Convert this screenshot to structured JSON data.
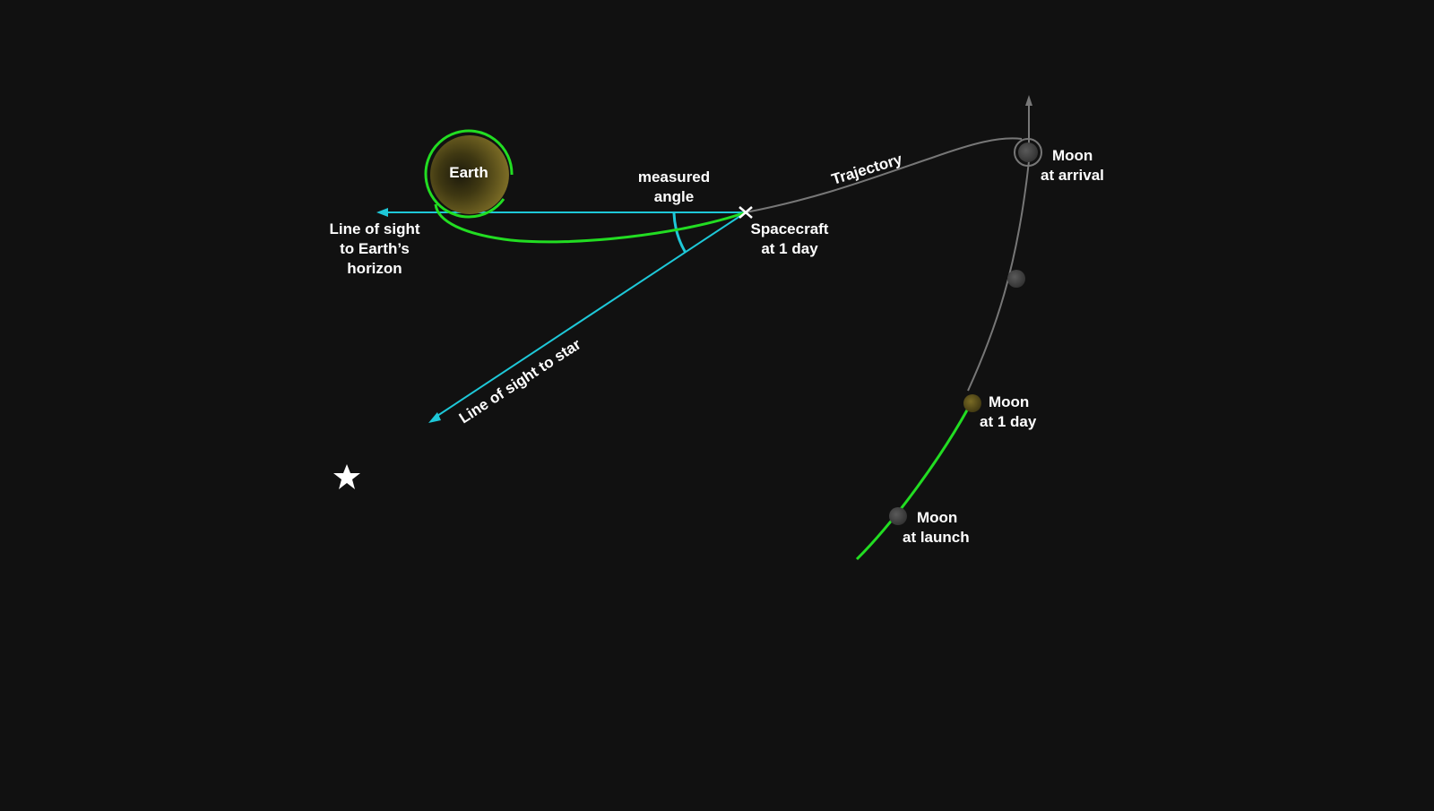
{
  "labels": {
    "earth": "Earth",
    "measured_angle_line1": "measured",
    "measured_angle_line2": "angle",
    "trajectory": "Trajectory",
    "spacecraft_line1": "Spacecraft",
    "spacecraft_line2": "at 1 day",
    "horizon_line1": "Line of sight",
    "horizon_line2": "to Earth’s",
    "horizon_line3": "horizon",
    "star_line": "Line of sight to star",
    "moon_arrival_line1": "Moon",
    "moon_arrival_line2": "at arrival",
    "moon_1day_line1": "Moon",
    "moon_1day_line2": "at 1 day",
    "moon_launch_line1": "Moon",
    "moon_launch_line2": "at launch"
  },
  "colors": {
    "background": "#111111",
    "path_flown": "#22dd22",
    "path_future": "#777777",
    "line_of_sight": "#1ec8d8",
    "earth_fill": "#6b5e1e",
    "moon_gray": "#4a4a4a",
    "moon_current": "#6b5e1e",
    "text": "#ffffff"
  },
  "icons": {
    "spacecraft": "x-mark-icon",
    "star": "star-icon"
  }
}
